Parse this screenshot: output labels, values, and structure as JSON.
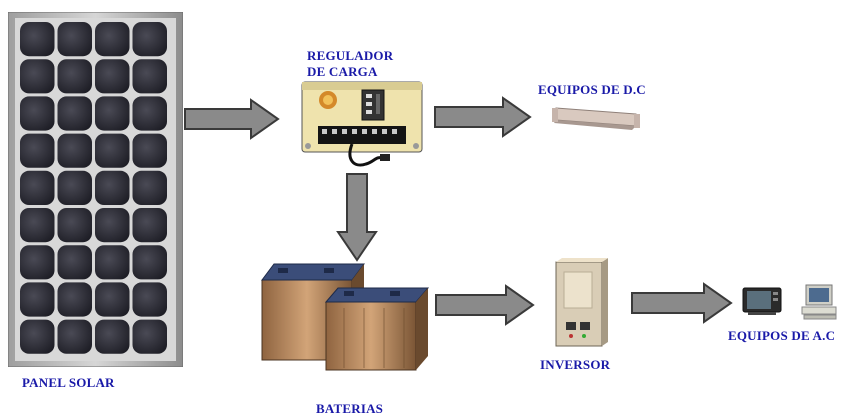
{
  "labels": {
    "panel_solar": "PANEL SOLAR",
    "regulador_line1": "REGULADOR",
    "regulador_line2": "DE CARGA",
    "equipos_dc": "EQUIPOS DE D.C",
    "baterias": "BATERIAS",
    "inversor": "INVERSOR",
    "equipos_ac": "EQUIPOS DE A.C"
  },
  "colors": {
    "label_text": "#1a1aa8",
    "arrow_fill": "#8a8a8a",
    "arrow_stroke": "#3a3a3a",
    "panel_frame": "#bdbdbd",
    "panel_cell": "#2c2c34",
    "battery_case": "#b98a5e",
    "regulator_body": "#f1e6b3"
  },
  "icons": {
    "solar_panel": "solar-panel-icon",
    "charge_regulator": "charge-regulator-icon",
    "dc_equipment": "fluorescent-lamp-icon",
    "batteries": "battery-icon",
    "inverter": "inverter-icon",
    "tv": "tv-icon",
    "computer": "computer-icon"
  }
}
